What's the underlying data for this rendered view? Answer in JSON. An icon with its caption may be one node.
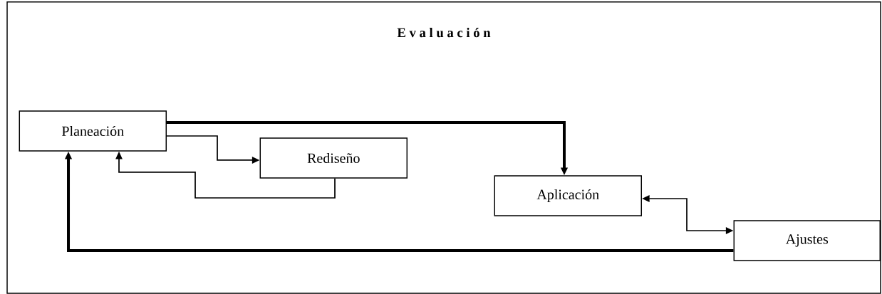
{
  "diagram": {
    "nodes": [
      {
        "text": [
          "E v a l u a c i ó n"
        ]
      },
      {
        "text": [
          "Planeación"
        ],
        "in": 0
      },
      {
        "text": [
          "Rediseño"
        ],
        "in": 0
      },
      {
        "text": [
          "Aplicación"
        ],
        "in": 0
      },
      {
        "text": [
          "Ajustes"
        ],
        "in": 0
      }
    ],
    "edges": [
      {
        "from": 1,
        "to": 3,
        "arrow": "to",
        "style": "thick"
      },
      {
        "from": 1,
        "to": 2,
        "arrow": "to"
      },
      {
        "from": 2,
        "to": 1,
        "arrow": "to"
      },
      {
        "from": 3,
        "to": 4,
        "arrow": "both"
      },
      {
        "from": 4,
        "to": 1,
        "arrow": "to",
        "style": "thick"
      }
    ]
  }
}
